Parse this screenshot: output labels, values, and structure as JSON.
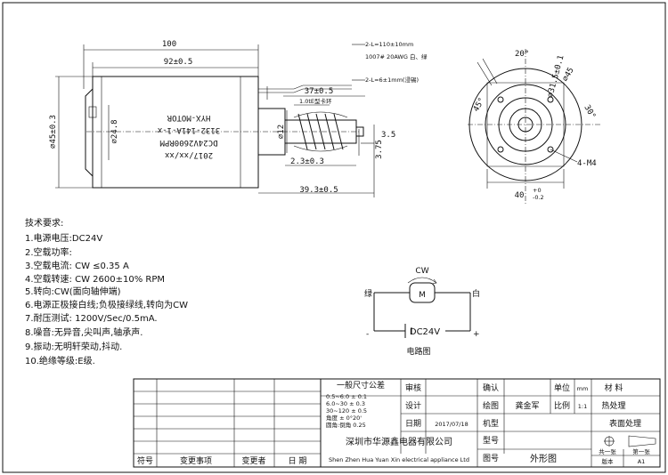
{
  "dimensions": {
    "d100": "100",
    "d92": "92±0.5",
    "d45": "⌀45±0.3",
    "d24_8": "⌀24.8",
    "d12": "⌀12",
    "d2_3": "2.3±0.3",
    "d3_75": "3.75",
    "d39_3": "39.3±0.5",
    "d37": "37±0.5",
    "d3_5": "3.5",
    "ring": "1.0tE型卡环",
    "lead1": "2-L=110±10mm",
    "lead2": "1007# 20AWG 白、绿",
    "lead3": "2-L=6±1mm(浸锡)",
    "d31_5": "⌀31.5±0.1",
    "d45b": "⌀45",
    "a20": "20°",
    "a45": "45°",
    "a30": "30°",
    "m4": "4-M4",
    "w40": "40",
    "w40tol": "+0",
    "w40tol2": "-0.2"
  },
  "label": {
    "l1": "2017/xx/xx",
    "l2": "DC24V2600RPM",
    "l3": "3132-141A-1-x",
    "l4": "HYX-MOTOR"
  },
  "requirements": {
    "title": "技术要求:",
    "items": [
      "1.电源电压:DC24V",
      "2.空载功率:",
      "3.空载电流: CW  ≤0.35      A",
      "4.空载转速: CW 2600±10% RPM",
      "5.转向:CW(面向轴伸端)",
      "6.电源正极接白线;负极接绿线,转向为CW",
      "7.耐压测试: 1200V/Sec/0.5mA.",
      "8.噪音:无异音,尖叫声,轴承声.",
      "9.振动:无明轩荣动,抖动.",
      "10.绝缘等级:E级."
    ]
  },
  "circuit": {
    "cw": "CW",
    "motor": "M",
    "left": "绿",
    "right": "白",
    "minus": "-",
    "plus": "+",
    "source": "DC24V",
    "caption": "电路图"
  },
  "titleblock": {
    "tol_title": "一般尺寸公差",
    "tol_rows": [
      "0.5~6.0    ±  0.1",
      "6.0~30     ±  0.3",
      "30~120     ±  0.5",
      "角度        ±  0°20'",
      "圆角:倒角     0.25"
    ],
    "shenhe": "审核",
    "sheji": "设计",
    "riqi": "日期",
    "date": "2017/07/18",
    "queren": "确认",
    "huitu": "绘图",
    "drafter": "龚金军",
    "danwei": "单位",
    "mm": "mm",
    "cailiao": "材 料",
    "bili": "比例",
    "scale": "1:1",
    "rechuli": "热处理",
    "jixing": "机型",
    "biaomian": "表面处理",
    "xinghao": "型号",
    "tuhao": "图号",
    "waixing": "外形图",
    "company_cn": "深圳市华源鑫电器有限公司",
    "company_en": "Shen Zhen Hua Yuan Xin electrical appliance Ltd",
    "gong": "共一张",
    "di": "第一张",
    "banben": "版本",
    "a1": "A1",
    "fuhao": "符号",
    "biangeng": "变更事项",
    "biangengzhe": "变更者",
    "date_col": "日 期"
  }
}
